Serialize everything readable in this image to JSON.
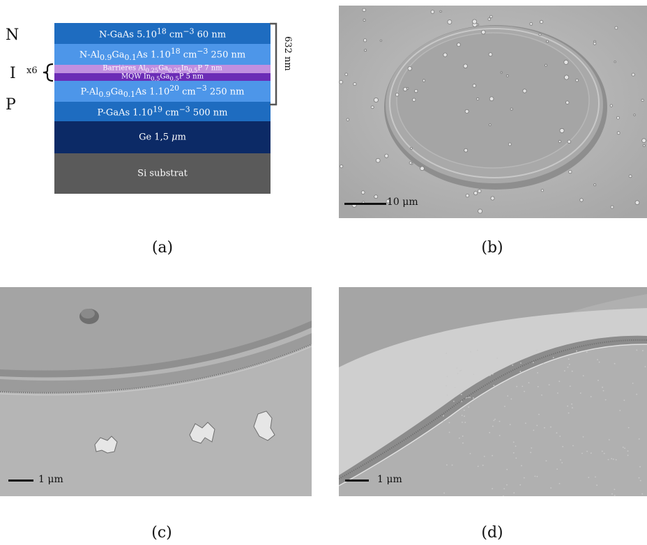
{
  "panel_a": {
    "layers": [
      {
        "html": "N-GaAs 5.10<sup>18</sup> cm<sup>−3</sup> 60 nm"
      },
      {
        "html": "N-Al<sub>0.9</sub>Ga<sub>0.1</sub>As 1.10<sup>18</sup> cm<sup>−3</sup> 250 nm"
      },
      {
        "html": "Barrières Al<sub>0,25</sub>Ga<sub>0,25</sub>In<sub>0,5</sub>P 7 nm"
      },
      {
        "html": "MQW In<sub>0,5</sub>Ga<sub>0,5</sub>P 5 nm"
      },
      {
        "html": "P-Al<sub>0.9</sub>Ga<sub>0.1</sub>As 1.10<sup>20</sup> cm<sup>−3</sup> 250 nm"
      },
      {
        "html": "P-GaAs 1.10<sup>19</sup> cm<sup>−3</sup> 500 nm"
      },
      {
        "html": "Ge 1,5 <i>μ</i>m"
      },
      {
        "html": "Si substrat"
      }
    ],
    "region_n": "N",
    "region_i": "I",
    "region_p": "P",
    "period": "x6",
    "total_thickness": "632 nm"
  },
  "panel_b": {
    "scale_label": "10 μm"
  },
  "panel_c": {
    "scale_label": "1 μm"
  },
  "panel_d": {
    "scale_label": "1 μm"
  },
  "captions": {
    "a": "(a)",
    "b": "(b)",
    "c": "(c)",
    "d": "(d)"
  }
}
